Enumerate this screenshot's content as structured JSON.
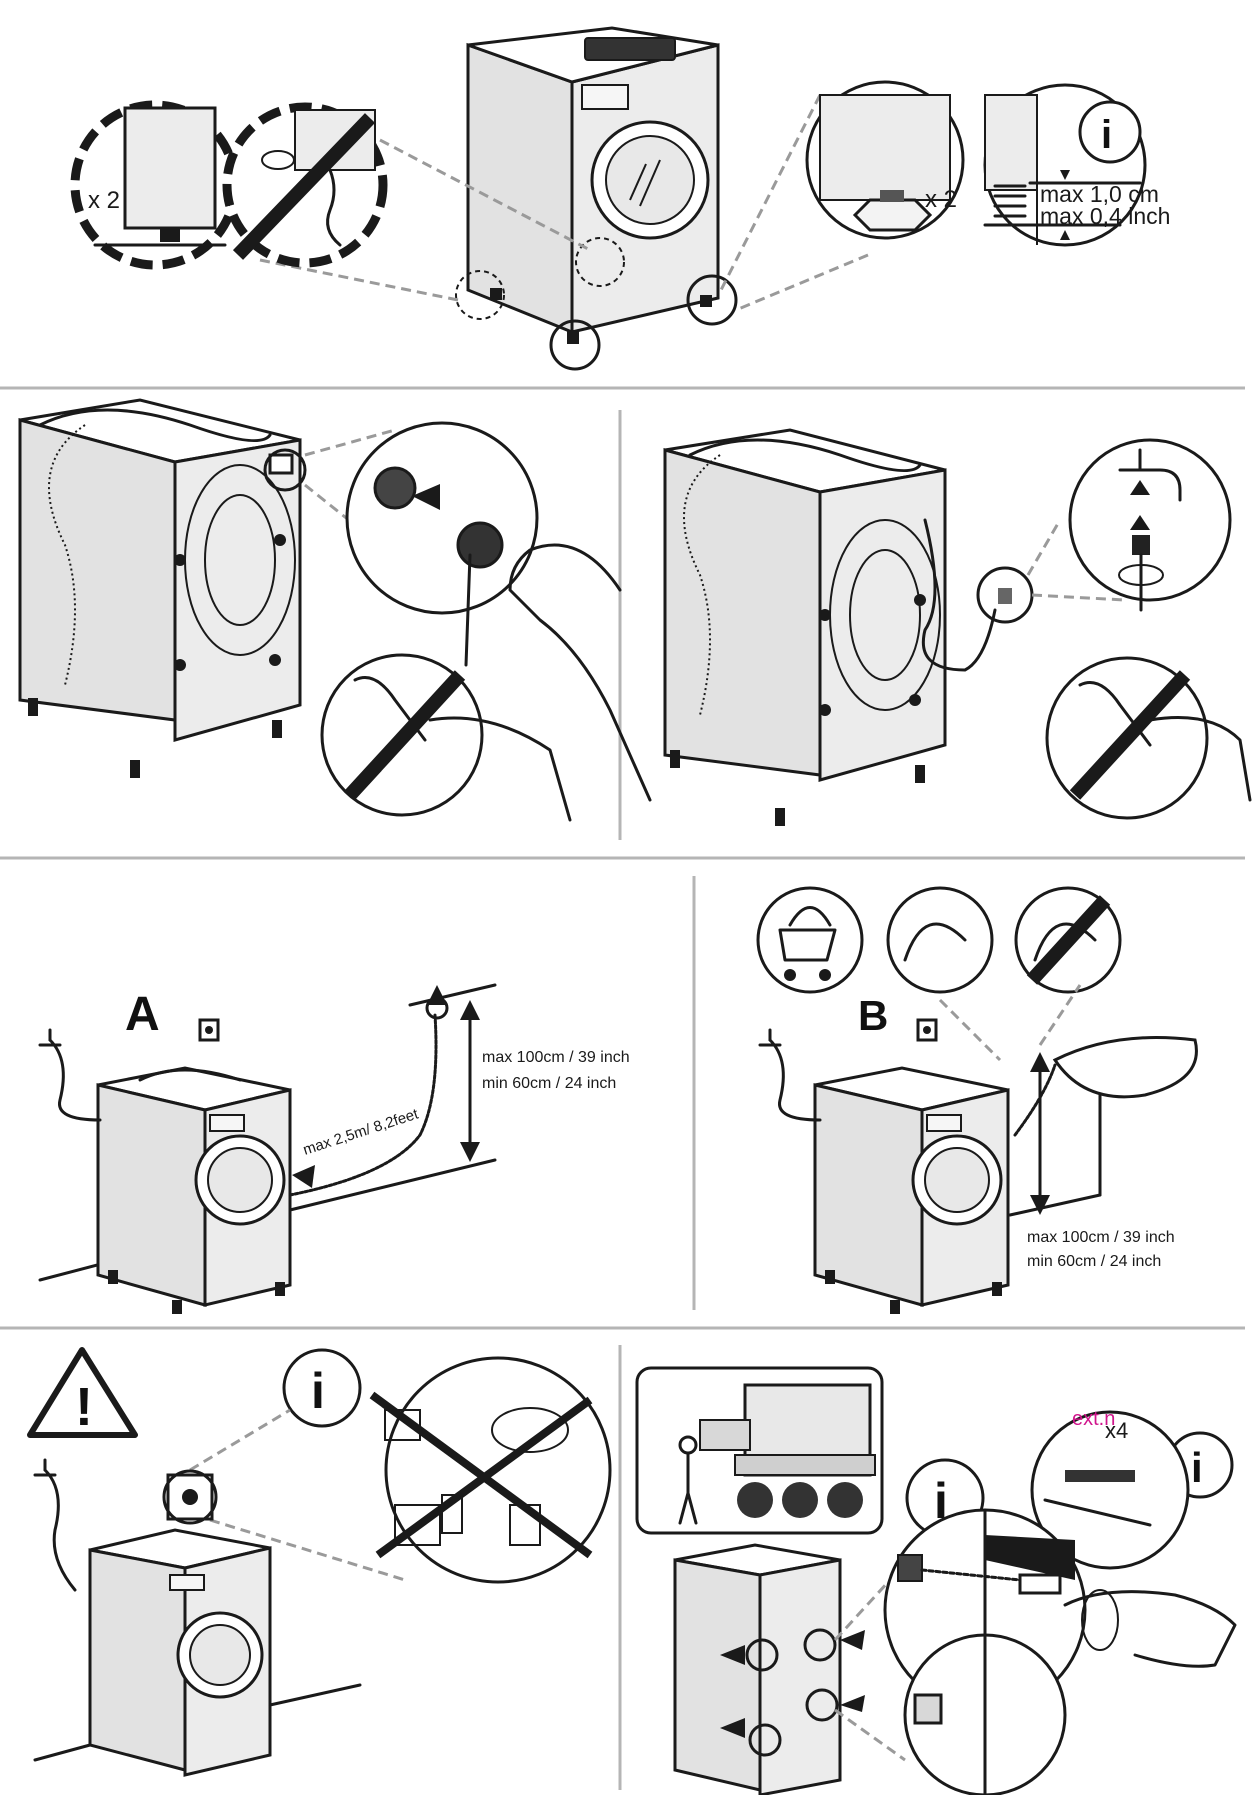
{
  "panel1": {
    "left_count": "x 2",
    "right_count": "x 2",
    "foot_max_cm": "max 1,0 cm",
    "foot_max_inch": "max 0,4 inch",
    "info_symbol": "i"
  },
  "panelA": {
    "label": "A",
    "hose_length": "max 2,5m/ 8,2feet",
    "height_max": "max 100cm / 39 inch",
    "height_min": "min 60cm / 24 inch"
  },
  "panelB": {
    "label": "B",
    "height_max": "max 100cm / 39 inch",
    "height_min": "min 60cm / 24 inch"
  },
  "panelWarn": {
    "warning_symbol": "!",
    "info_symbol": "i"
  },
  "panelTransport": {
    "ext_label": "ext.n",
    "count": "x4",
    "info_symbol": "i"
  },
  "colors": {
    "ink": "#1a1a1a",
    "machine": "#ececec",
    "separator": "#b5b5b5",
    "leader": "#9a9a9a",
    "accent_magenta": "#d0158c"
  }
}
